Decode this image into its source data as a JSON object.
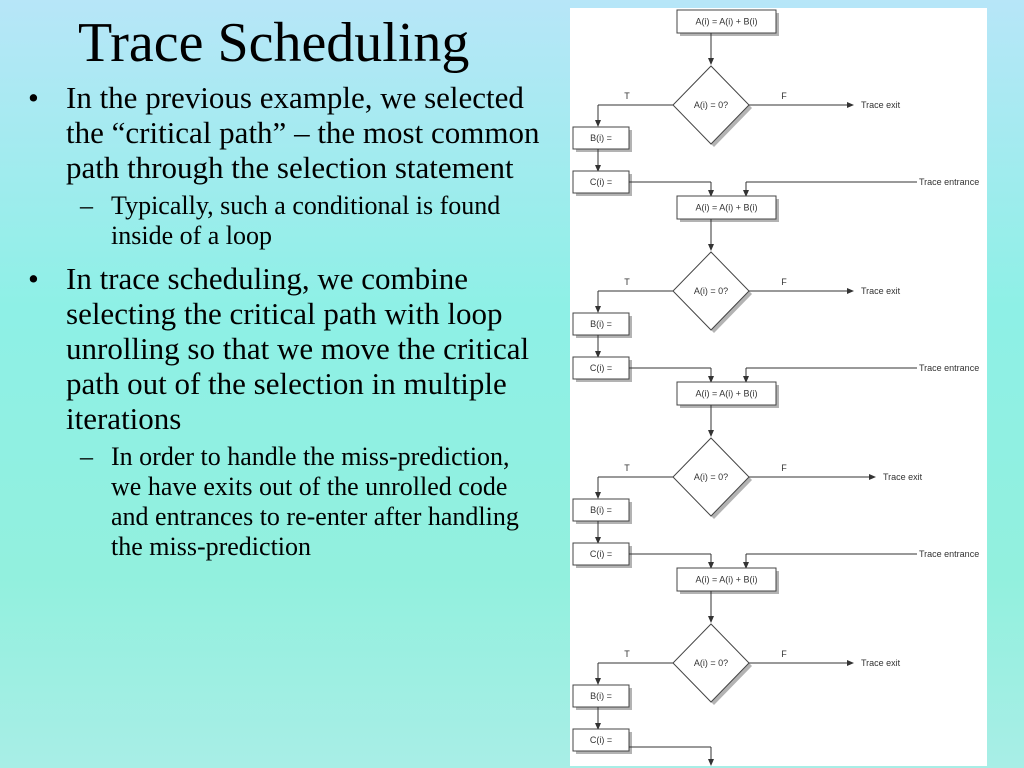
{
  "slide": {
    "title": "Trace Scheduling",
    "bullets": [
      {
        "text": "In the previous example, we selected the “critical path” – the most common path through the selection statement",
        "sub": [
          "Typically, such a conditional is found inside of a loop"
        ]
      },
      {
        "text": "In trace scheduling, we combine selecting the critical path with loop unrolling so that we move the critical path out of the selection in multiple iterations",
        "sub": [
          "In order to handle the miss-prediction, we have exits out of the unrolled code and entrances to re-enter after handling the miss-prediction"
        ]
      }
    ],
    "bullet_glyph": "•",
    "sub_glyph": "–"
  },
  "diagram": {
    "assign_label": "A(i) = A(i) + B(i)",
    "condition_label": "A(i) = 0?",
    "true_label": "T",
    "false_label": "F",
    "b_label": "B(i) =",
    "c_label": "C(i) =",
    "exit_label": "Trace exit",
    "entrance_label": "Trace entrance",
    "iterations": 4,
    "colors": {
      "box_border": "#444444",
      "box_shadow": "#b3b3b3",
      "line": "#333333"
    }
  }
}
